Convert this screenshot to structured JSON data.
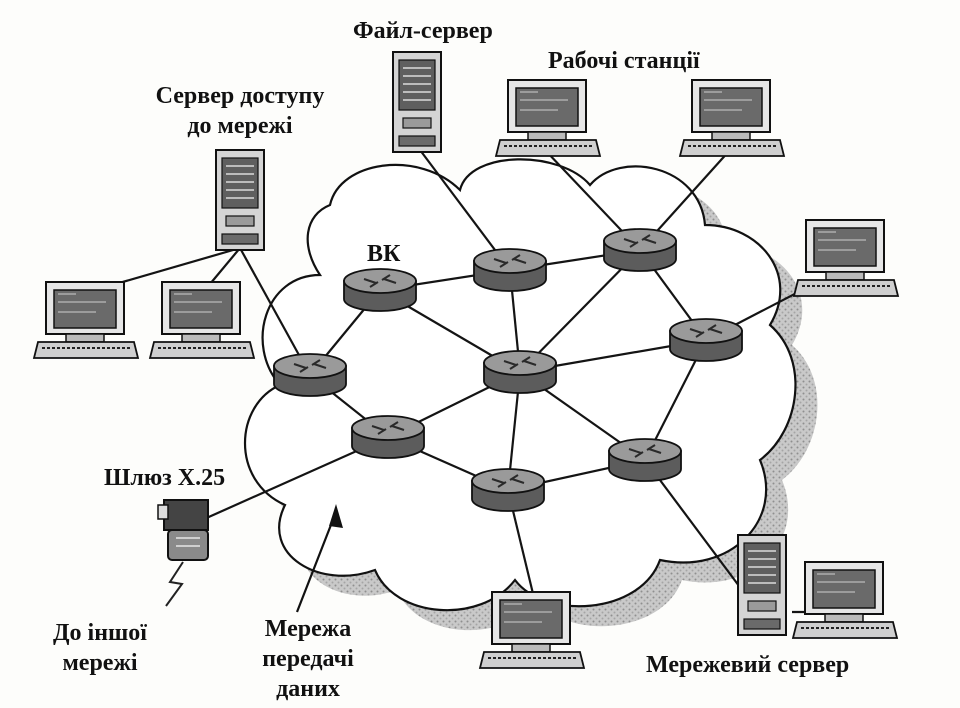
{
  "labels": {
    "file_server": "Файл-сервер",
    "workstations": "Рабочі станції",
    "access_server_line1": "Сервер доступу",
    "access_server_line2": "до мережі",
    "vk": "ВК",
    "gateway": "Шлюз X.25",
    "other_network_line1": "До іншої",
    "other_network_line2": "мережі",
    "data_network_line1": "Мережа",
    "data_network_line2": "передачі",
    "data_network_line3": "даних",
    "network_server": "Мережевий сервер"
  },
  "icons": {
    "router": "router-icon",
    "server": "server-tower-icon",
    "workstation": "workstation-icon",
    "gateway": "gateway-icon",
    "cloud": "cloud-icon",
    "lightning": "lightning-icon",
    "arrow": "arrow-icon"
  },
  "colors": {
    "router_fill": "#8a8a8a",
    "cloud_shadow": "#bdbdbd",
    "line": "#141414"
  }
}
